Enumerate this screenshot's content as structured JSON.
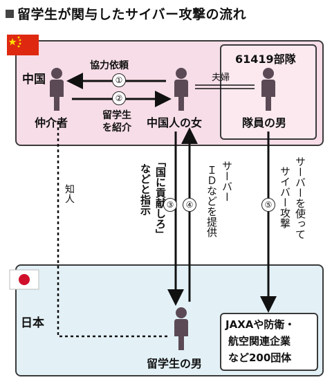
{
  "title": "留学生が関与したサイバー攻撃の流れ",
  "regions": {
    "china": "中国",
    "japan": "日本"
  },
  "actors": {
    "intermediary": "仲介者",
    "chinese_woman": "中国人の女",
    "unit_name": "61419部隊",
    "unit_member": "隊員の男",
    "student": "留学生の男"
  },
  "relations": {
    "married": "夫婦",
    "acquaintance": "知人"
  },
  "steps": {
    "s1": {
      "num": "①",
      "label": "協力依頼"
    },
    "s2": {
      "num": "②",
      "label_line1": "留学生",
      "label_line2": "を紹介"
    },
    "s3": {
      "num": "③",
      "label_line1": "「国に貢献しろ」",
      "label_line2": "などと指示"
    },
    "s4": {
      "num": "④",
      "label_line1": "サーバー",
      "label_line2": "ＩＤなどを提供"
    },
    "s5": {
      "num": "⑤",
      "label_line1": "サーバーを使って",
      "label_line2": "サイバー攻撃"
    }
  },
  "targets": {
    "line1": "JAXAや防衛・",
    "line2": "航空関連企業",
    "line3": "など200団体"
  },
  "colors": {
    "china_bg": "#f7dde7",
    "japan_bg": "#e3f1f7",
    "person": "#5b4a56",
    "flag_red": "#de2910",
    "flag_yellow": "#ffde00"
  },
  "icons": [
    "cube-icon",
    "china-flag-icon",
    "japan-flag-icon",
    "person-icon"
  ]
}
